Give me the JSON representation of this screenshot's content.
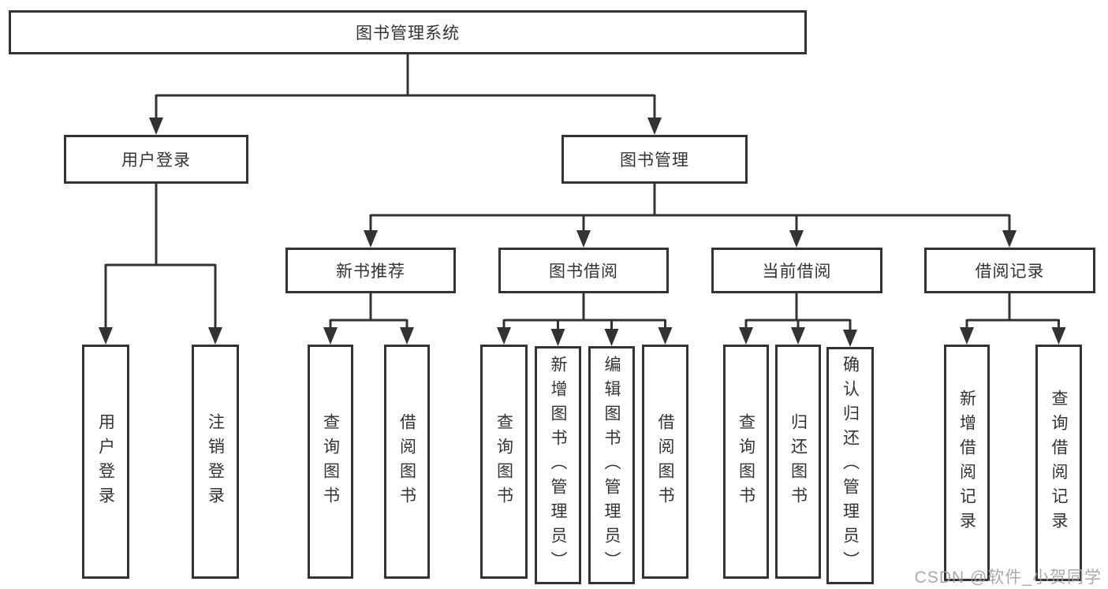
{
  "diagram_type": "hierarchy-tree",
  "tree": {
    "label": "图书管理系统",
    "children": [
      {
        "label": "用户登录",
        "children": [
          {
            "label": "用户登录"
          },
          {
            "label": "注销登录"
          }
        ]
      },
      {
        "label": "图书管理",
        "children": [
          {
            "label": "新书推荐",
            "children": [
              {
                "label": "查询图书"
              },
              {
                "label": "借阅图书"
              }
            ]
          },
          {
            "label": "图书借阅",
            "children": [
              {
                "label": "查询图书"
              },
              {
                "label": "新增图书（管理员）"
              },
              {
                "label": "编辑图书（管理员）"
              },
              {
                "label": "借阅图书"
              }
            ]
          },
          {
            "label": "当前借阅",
            "children": [
              {
                "label": "查询图书"
              },
              {
                "label": "归还图书"
              },
              {
                "label": "确认归还（管理员）"
              }
            ]
          },
          {
            "label": "借阅记录",
            "children": [
              {
                "label": "新增借阅记录"
              },
              {
                "label": "查询借阅记录"
              }
            ]
          }
        ]
      }
    ]
  },
  "watermark": "CSDN @软件_小贺同学",
  "colors": {
    "line": "#333333",
    "box_border": "#333333",
    "box_fill": "#ffffff",
    "text": "#333333",
    "watermark": "#9e9e9e",
    "background": "#ffffff"
  }
}
